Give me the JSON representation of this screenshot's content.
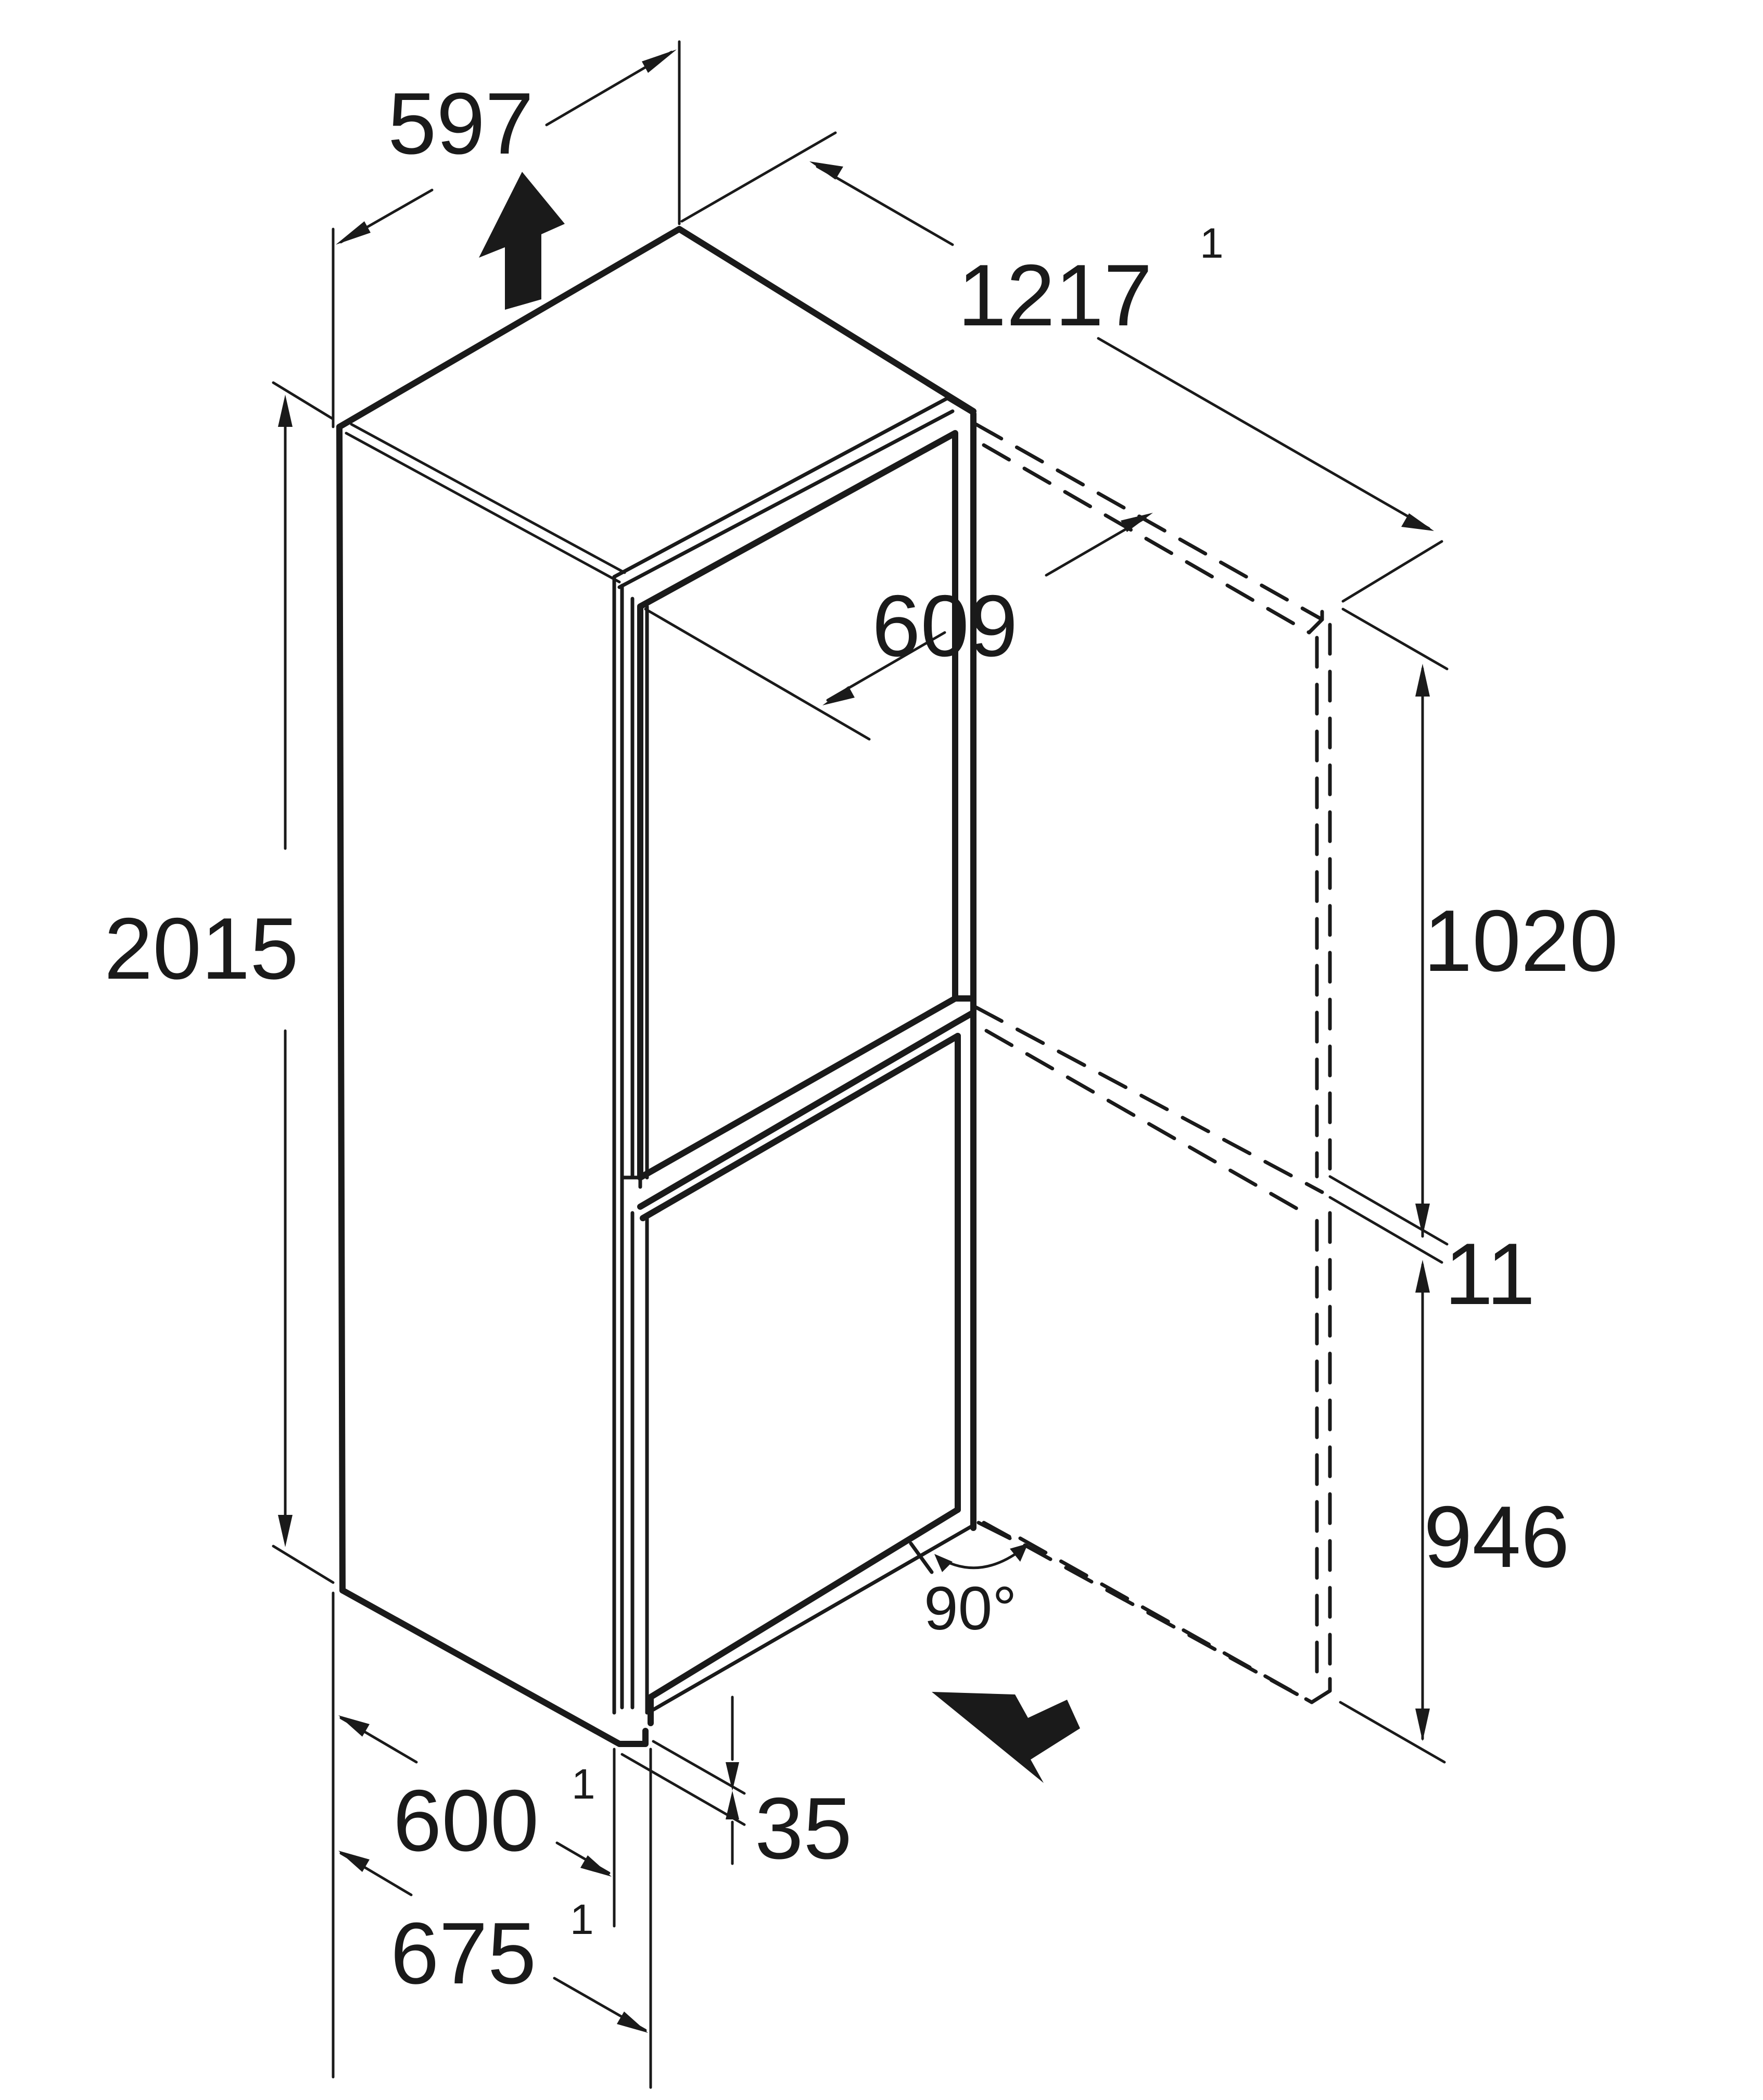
{
  "dimensions": {
    "width_top": "597",
    "depth_door_open": "1217",
    "depth_door_open_note": "1",
    "depth_body": "609",
    "height_total": "2015",
    "height_upper_door": "1020",
    "gap_between_doors": "11",
    "height_lower_door": "946",
    "width_front": "600",
    "width_front_note": "1",
    "width_with_handle": "675",
    "width_with_handle_note": "1",
    "plinth_height": "35",
    "door_angle": "90°"
  },
  "colors": {
    "line": "#1a1a1a",
    "background": "#ffffff"
  },
  "icons": {
    "top_arrow": "arrow-up-icon",
    "front_arrow": "arrow-direction-icon"
  }
}
